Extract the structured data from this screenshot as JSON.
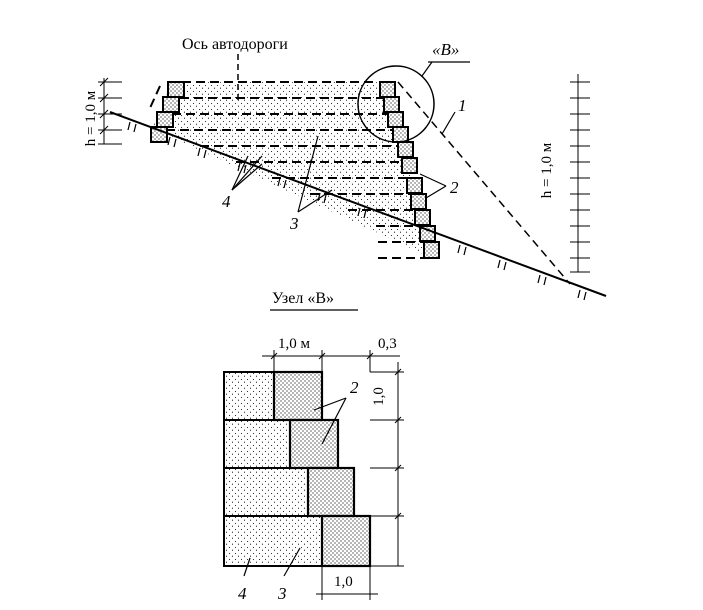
{
  "upper": {
    "axis_label": "Ось автодороги",
    "node_label": "«B»",
    "h_left": "h = 1,0 м",
    "h_right": "h = 1,0 м",
    "callouts": {
      "c1": "1",
      "c2": "2",
      "c3": "3",
      "c4": "4"
    }
  },
  "detail": {
    "title": "Узел «B»",
    "dim_top_left": "1,0 м",
    "dim_top_right": "0,3",
    "dim_right": "1,0",
    "dim_bottom": "1,0",
    "callouts": {
      "c2": "2",
      "c3": "3",
      "c4": "4"
    }
  },
  "colors": {
    "ink": "#000000",
    "paper": "#ffffff"
  }
}
